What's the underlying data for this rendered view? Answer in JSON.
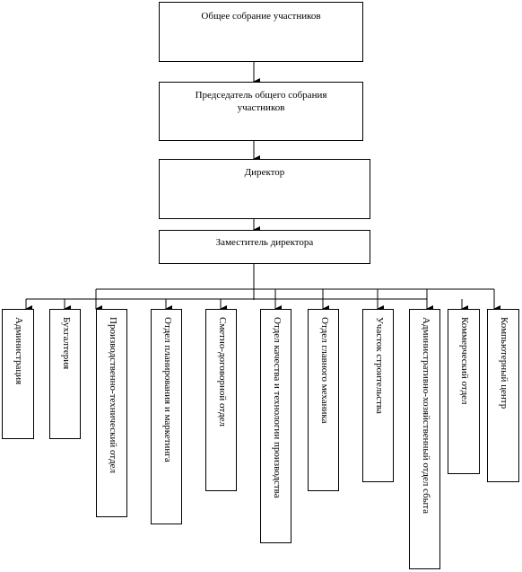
{
  "chart": {
    "top_boxes": {
      "general_meeting": "Общее собрание участников",
      "chairman": "Председатель общего собрания участников",
      "director": "Директор",
      "deputy": "Заместитель директора"
    },
    "departments": [
      "Администрация",
      "Бухгалтерия",
      "Производственно-технический отдел",
      "Отдел планирования и маркетинга",
      "Сметно-договорной отдел",
      "Отдел качества и технологии производства",
      "Отдел главного механика",
      "Участок строительства",
      "Административно-хозяйственный отдел сбыта",
      "Коммерческий отдел",
      "Компьютерный центр"
    ]
  }
}
